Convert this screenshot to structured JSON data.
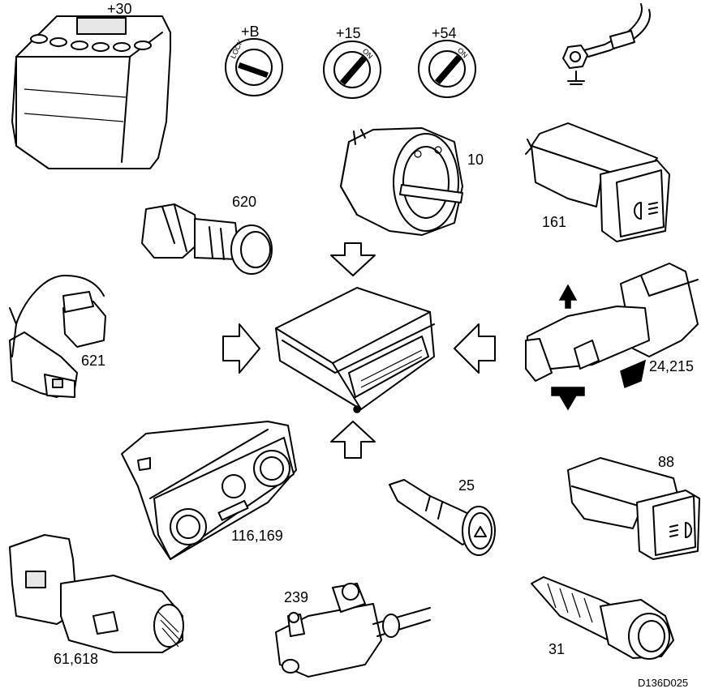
{
  "labels": {
    "battery": "+30",
    "ign_b": "+B",
    "ign_15": "+15",
    "ign_54": "+54",
    "headlight_switch": "10",
    "fog_switch": "161",
    "plug_620": "620",
    "sensor_621": "621",
    "stalk": "24,215",
    "hvac": "116,169",
    "lighter": "25",
    "rear_fog": "88",
    "wiper_stalk": "61,618",
    "wiper_motor": "239",
    "temp_sensor": "31",
    "figure_code": "D136D025"
  },
  "switch_text": {
    "lock": "LOCK",
    "on": "ON"
  },
  "colors": {
    "line": "#000000",
    "background": "#ffffff",
    "shade": "#e6e6e6"
  },
  "icons": [
    "ground-symbol",
    "fog-light-symbol",
    "hazard-triangle-symbol"
  ]
}
